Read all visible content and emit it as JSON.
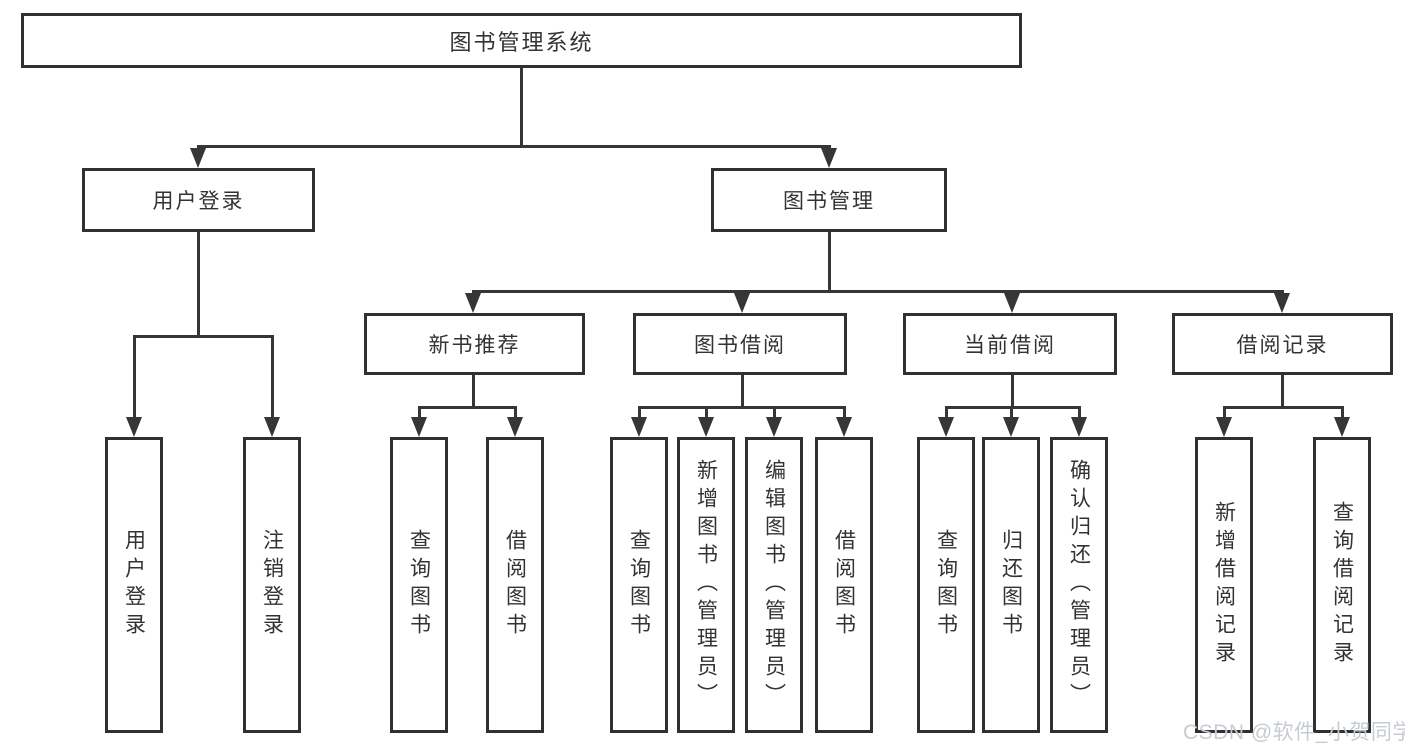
{
  "diagram": {
    "title": "图书管理系统",
    "nodes": {
      "root": "图书管理系统",
      "user_login": "用户登录",
      "book_mgmt": "图书管理",
      "new_book_rec": "新书推荐",
      "book_borrow": "图书借阅",
      "current_borrow": "当前借阅",
      "borrow_records": "借阅记录",
      "leaf_user_login": "用户登录",
      "leaf_logout": "注销登录",
      "leaf_rec_query_book": "查询图书",
      "leaf_rec_borrow_book": "借阅图书",
      "leaf_bb_query_book": "查询图书",
      "leaf_bb_add_book": "新增图书（管理员）",
      "leaf_bb_edit_book": "编辑图书（管理员）",
      "leaf_bb_borrow_book": "借阅图书",
      "leaf_cb_query_book": "查询图书",
      "leaf_cb_return_book": "归还图书",
      "leaf_cb_confirm_return": "确认归还（管理员）",
      "leaf_br_add_record": "新增借阅记录",
      "leaf_br_query_record": "查询借阅记录"
    },
    "hierarchy": {
      "图书管理系统": [
        "用户登录",
        "图书管理"
      ],
      "用户登录": [
        "用户登录",
        "注销登录"
      ],
      "图书管理": [
        "新书推荐",
        "图书借阅",
        "当前借阅",
        "借阅记录"
      ],
      "新书推荐": [
        "查询图书",
        "借阅图书"
      ],
      "图书借阅": [
        "查询图书",
        "新增图书（管理员）",
        "编辑图书（管理员）",
        "借阅图书"
      ],
      "当前借阅": [
        "查询图书",
        "归还图书",
        "确认归还（管理员）"
      ],
      "借阅记录": [
        "新增借阅记录",
        "查询借阅记录"
      ]
    },
    "watermark": "CSDN @软件_小贺同学",
    "colors": {
      "line": "#363636",
      "box_border": "#303030",
      "box_fill": "#ffffff",
      "text": "#333333",
      "watermark": "#c7ccd2",
      "background": "#ffffff"
    }
  }
}
